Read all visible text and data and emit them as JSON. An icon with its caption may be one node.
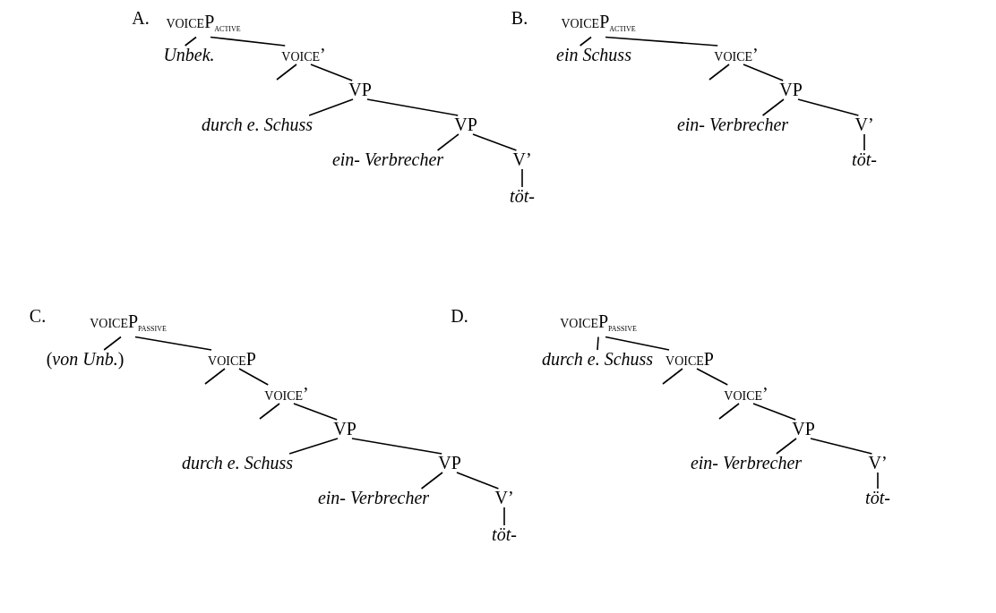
{
  "diagram": {
    "nodes": [
      {
        "text": [
          "voiceP$_{active}$"
        ]
      },
      {
        "text": [
          "Unbek."
        ]
      },
      {
        "text": [
          "voice’"
        ]
      },
      {
        "text": [
          "VP"
        ]
      },
      {
        "text": [
          "durch e. Schuss"
        ]
      },
      {
        "text": [
          "VP"
        ]
      },
      {
        "text": [
          "ein- Verbrecher"
        ]
      },
      {
        "text": [
          "V’"
        ]
      },
      {
        "text": [
          "töt-"
        ]
      },
      {
        "text": [
          "voiceP$_{active}$"
        ]
      },
      {
        "text": [
          "ein Schuss"
        ]
      },
      {
        "text": [
          "voice’"
        ]
      },
      {
        "text": [
          "VP"
        ]
      },
      {
        "text": [
          "ein- Verbrecher"
        ]
      },
      {
        "text": [
          "V’"
        ]
      },
      {
        "text": [
          "töt-"
        ]
      },
      {
        "text": [
          "voiceP$_{passive}$"
        ]
      },
      {
        "text": [
          "(*von Unb.*)"
        ]
      },
      {
        "text": [
          "voiceP"
        ]
      },
      {
        "text": [
          "voice’"
        ]
      },
      {
        "text": [
          "VP"
        ]
      },
      {
        "text": [
          "durch e. Schuss"
        ]
      },
      {
        "text": [
          "VP"
        ]
      },
      {
        "text": [
          "ein- Verbrecher"
        ]
      },
      {
        "text": [
          "V’"
        ]
      },
      {
        "text": [
          "töt-"
        ]
      },
      {
        "text": [
          "voiceP$_{passive}$"
        ]
      },
      {
        "text": [
          "durch e. Schuss"
        ]
      },
      {
        "text": [
          "voiceP"
        ]
      },
      {
        "text": [
          "voice’"
        ]
      },
      {
        "text": [
          "VP"
        ]
      },
      {
        "text": [
          "ein- Verbrecher"
        ]
      },
      {
        "text": [
          "V’"
        ]
      },
      {
        "text": [
          "töt-"
        ]
      }
    ],
    "edges": [
      {
        "from": 0,
        "to": 1,
        "arrow": "none"
      },
      {
        "from": 0,
        "to": 2,
        "arrow": "none"
      },
      {
        "from": 2,
        "to": null,
        "arrow": "none"
      },
      {
        "from": 2,
        "to": 3,
        "arrow": "none"
      },
      {
        "from": 3,
        "to": 4,
        "arrow": "none"
      },
      {
        "from": 3,
        "to": 5,
        "arrow": "none"
      },
      {
        "from": 5,
        "to": 6,
        "arrow": "none"
      },
      {
        "from": 5,
        "to": 7,
        "arrow": "none"
      },
      {
        "from": 7,
        "to": 8,
        "arrow": "none"
      },
      {
        "from": 9,
        "to": 10,
        "arrow": "none"
      },
      {
        "from": 9,
        "to": 11,
        "arrow": "none"
      },
      {
        "from": 11,
        "to": null,
        "arrow": "none"
      },
      {
        "from": 11,
        "to": 12,
        "arrow": "none"
      },
      {
        "from": 12,
        "to": 13,
        "arrow": "none"
      },
      {
        "from": 12,
        "to": 14,
        "arrow": "none"
      },
      {
        "from": 14,
        "to": 15,
        "arrow": "none"
      },
      {
        "from": 16,
        "to": 17,
        "arrow": "none"
      },
      {
        "from": 16,
        "to": 18,
        "arrow": "none"
      },
      {
        "from": 18,
        "to": null,
        "arrow": "none"
      },
      {
        "from": 18,
        "to": 19,
        "arrow": "none"
      },
      {
        "from": 19,
        "to": null,
        "arrow": "none"
      },
      {
        "from": 19,
        "to": 20,
        "arrow": "none"
      },
      {
        "from": 20,
        "to": 21,
        "arrow": "none"
      },
      {
        "from": 20,
        "to": 22,
        "arrow": "none"
      },
      {
        "from": 22,
        "to": 23,
        "arrow": "none"
      },
      {
        "from": 22,
        "to": 24,
        "arrow": "none"
      },
      {
        "from": 24,
        "to": 25,
        "arrow": "none"
      },
      {
        "from": 26,
        "to": 27,
        "arrow": "none"
      },
      {
        "from": 26,
        "to": 28,
        "arrow": "none"
      },
      {
        "from": 28,
        "to": null,
        "arrow": "none"
      },
      {
        "from": 28,
        "to": 29,
        "arrow": "none"
      },
      {
        "from": 29,
        "to": null,
        "arrow": "none"
      },
      {
        "from": 29,
        "to": 30,
        "arrow": "none"
      },
      {
        "from": 30,
        "to": 31,
        "arrow": "none"
      },
      {
        "from": 30,
        "to": 32,
        "arrow": "none"
      },
      {
        "from": 32,
        "to": 33,
        "arrow": "none"
      }
    ],
    "labels": [
      "A.",
      "B.",
      "C.",
      "D."
    ]
  }
}
